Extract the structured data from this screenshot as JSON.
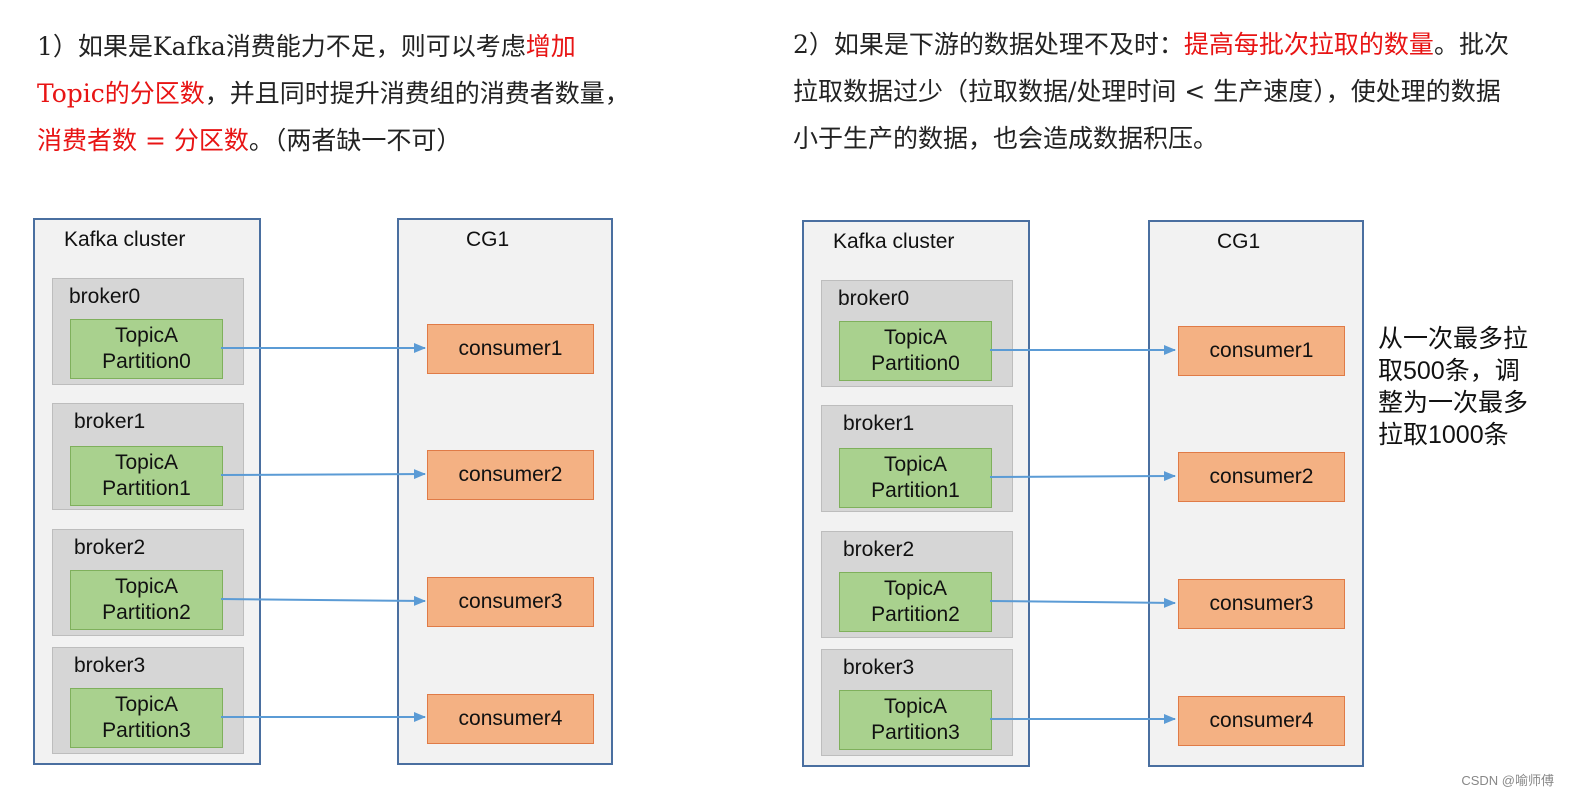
{
  "paragraphs": {
    "left": [
      {
        "text": "1）如果是Kafka消费能力不足，则可以考虑",
        "red": false
      },
      {
        "text": "增加Topic的分区数",
        "red": true
      },
      {
        "text": "，并且同时提升消费组的消费者数量，",
        "red": false
      },
      {
        "text": "消费者数 = 分区数",
        "red": true
      },
      {
        "text": "。（两者缺一不可）",
        "red": false
      }
    ],
    "right": [
      {
        "text": "2）如果是下游的数据处理不及时：",
        "red": false
      },
      {
        "text": "提高每批次拉取的数量",
        "red": true
      },
      {
        "text": "。批次拉取数据过少（拉取数据/处理时间 < 生产速度），使处理的数据小于生产的数据，也会造成数据积压。",
        "red": false
      }
    ]
  },
  "diagrams": [
    {
      "cluster_label": "Kafka cluster",
      "group_label": "CG1",
      "brokers": [
        {
          "name": "broker0",
          "topic": "TopicA",
          "partition": "Partition0",
          "consumer": "consumer1"
        },
        {
          "name": "broker1",
          "topic": "TopicA",
          "partition": "Partition1",
          "consumer": "consumer2"
        },
        {
          "name": "broker2",
          "topic": "TopicA",
          "partition": "Partition2",
          "consumer": "consumer3"
        },
        {
          "name": "broker3",
          "topic": "TopicA",
          "partition": "Partition3",
          "consumer": "consumer4"
        }
      ]
    },
    {
      "cluster_label": "Kafka cluster",
      "group_label": "CG1",
      "brokers": [
        {
          "name": "broker0",
          "topic": "TopicA",
          "partition": "Partition0",
          "consumer": "consumer1"
        },
        {
          "name": "broker1",
          "topic": "TopicA",
          "partition": "Partition1",
          "consumer": "consumer2"
        },
        {
          "name": "broker2",
          "topic": "TopicA",
          "partition": "Partition2",
          "consumer": "consumer3"
        },
        {
          "name": "broker3",
          "topic": "TopicA",
          "partition": "Partition3",
          "consumer": "consumer4"
        }
      ]
    }
  ],
  "note_lines": [
    "从一次最多拉",
    "取500条，调",
    "整为一次最多",
    "拉取1000条"
  ],
  "watermark": "CSDN @喻师傅",
  "colors": {
    "highlight": "#e81414",
    "cluster_border": "#4a6fa0",
    "partition_fill": "#a9d18e",
    "consumer_fill": "#f4b183",
    "arrow": "#5b9bd5"
  }
}
